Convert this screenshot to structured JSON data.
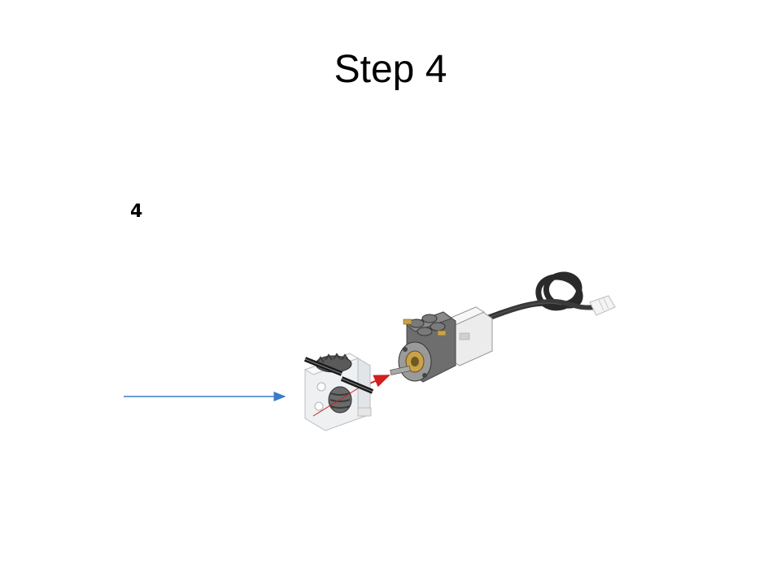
{
  "slide": {
    "title": "Step 4",
    "step_number": "4"
  },
  "colors": {
    "callout_arrow": "#3a7cc6",
    "assembly_arrow": "#d21f1f",
    "motor_body": "#6e6e6e",
    "cable": "#2a2a2a",
    "gearbox_frame": "#e9eaec",
    "brass_pin": "#c9a24a"
  },
  "icons": [
    "callout-arrow",
    "gearbox-assembly",
    "motor",
    "motor-cable",
    "cable-connector",
    "assembly-direction-arrow"
  ]
}
